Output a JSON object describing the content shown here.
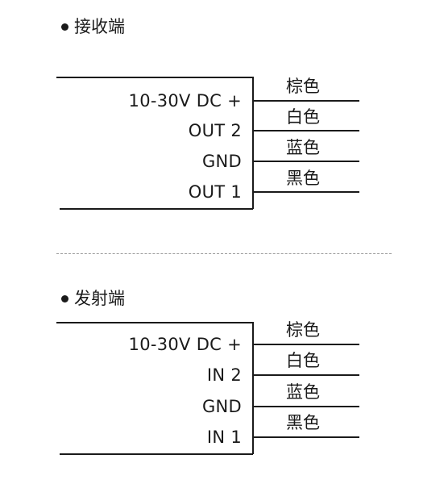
{
  "receiver": {
    "title": "接收端",
    "pins": [
      "10-30V  DC +",
      "OUT 2",
      "GND",
      "OUT 1"
    ],
    "wires": [
      "棕色",
      "白色",
      "蓝色",
      "黑色"
    ]
  },
  "emitter": {
    "title": "发射端",
    "pins": [
      "10-30V  DC +",
      "IN 2",
      "GND",
      "IN 1"
    ],
    "wires": [
      "棕色",
      "白色",
      "蓝色",
      "黑色"
    ]
  }
}
